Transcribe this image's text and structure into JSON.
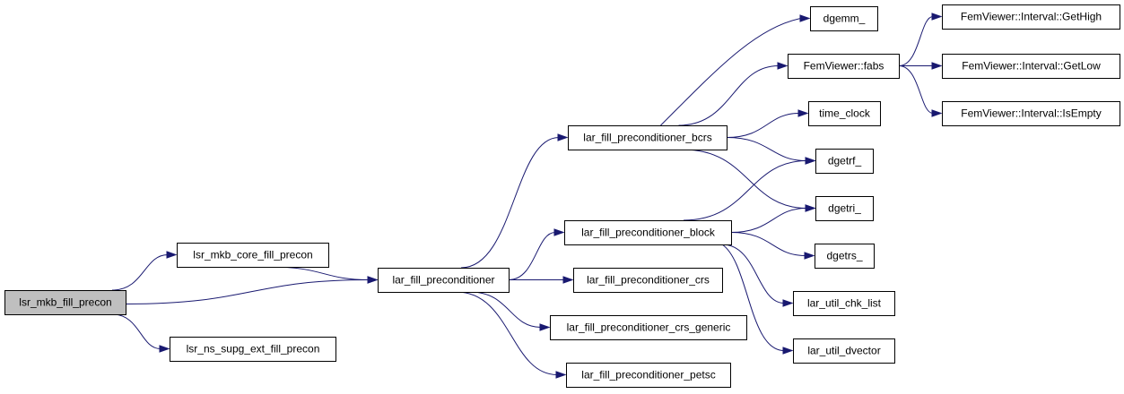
{
  "graph": {
    "nodes": [
      {
        "id": "n_root",
        "label": "lsr_mkb_fill_precon",
        "root": true
      },
      {
        "id": "n_core",
        "label": "lsr_mkb_core_fill_precon"
      },
      {
        "id": "n_supg",
        "label": "lsr_ns_supg_ext_fill_precon"
      },
      {
        "id": "n_lfp",
        "label": "lar_fill_preconditioner"
      },
      {
        "id": "n_bcrs",
        "label": "lar_fill_preconditioner_bcrs"
      },
      {
        "id": "n_block",
        "label": "lar_fill_preconditioner_block"
      },
      {
        "id": "n_crs",
        "label": "lar_fill_preconditioner_crs"
      },
      {
        "id": "n_crsg",
        "label": "lar_fill_preconditioner_crs_generic"
      },
      {
        "id": "n_petsc",
        "label": "lar_fill_preconditioner_petsc"
      },
      {
        "id": "n_dgemm",
        "label": "dgemm_"
      },
      {
        "id": "n_fabs",
        "label": "FemViewer::fabs"
      },
      {
        "id": "n_time",
        "label": "time_clock"
      },
      {
        "id": "n_dgetrf",
        "label": "dgetrf_"
      },
      {
        "id": "n_dgetri",
        "label": "dgetri_"
      },
      {
        "id": "n_dgetrs",
        "label": "dgetrs_"
      },
      {
        "id": "n_chk",
        "label": "lar_util_chk_list"
      },
      {
        "id": "n_dvec",
        "label": "lar_util_dvector"
      },
      {
        "id": "n_high",
        "label": "FemViewer::Interval::GetHigh"
      },
      {
        "id": "n_low",
        "label": "FemViewer::Interval::GetLow"
      },
      {
        "id": "n_empty",
        "label": "FemViewer::Interval::IsEmpty"
      }
    ],
    "edges": [
      {
        "from": "n_root",
        "to": "n_core"
      },
      {
        "from": "n_root",
        "to": "n_lfp"
      },
      {
        "from": "n_root",
        "to": "n_supg"
      },
      {
        "from": "n_core",
        "to": "n_lfp"
      },
      {
        "from": "n_lfp",
        "to": "n_bcrs"
      },
      {
        "from": "n_lfp",
        "to": "n_block"
      },
      {
        "from": "n_lfp",
        "to": "n_crs"
      },
      {
        "from": "n_lfp",
        "to": "n_crsg"
      },
      {
        "from": "n_lfp",
        "to": "n_petsc"
      },
      {
        "from": "n_bcrs",
        "to": "n_dgemm"
      },
      {
        "from": "n_bcrs",
        "to": "n_fabs"
      },
      {
        "from": "n_bcrs",
        "to": "n_time"
      },
      {
        "from": "n_bcrs",
        "to": "n_dgetrf"
      },
      {
        "from": "n_bcrs",
        "to": "n_dgetri"
      },
      {
        "from": "n_block",
        "to": "n_dgetrf"
      },
      {
        "from": "n_block",
        "to": "n_dgetri"
      },
      {
        "from": "n_block",
        "to": "n_dgetrs"
      },
      {
        "from": "n_block",
        "to": "n_chk"
      },
      {
        "from": "n_block",
        "to": "n_dvec"
      },
      {
        "from": "n_fabs",
        "to": "n_high"
      },
      {
        "from": "n_fabs",
        "to": "n_low"
      },
      {
        "from": "n_fabs",
        "to": "n_empty"
      }
    ]
  },
  "colors": {
    "edge": "#191970",
    "root_fill": "#bfbfbf",
    "node_fill": "#ffffff",
    "node_stroke": "#000000"
  }
}
